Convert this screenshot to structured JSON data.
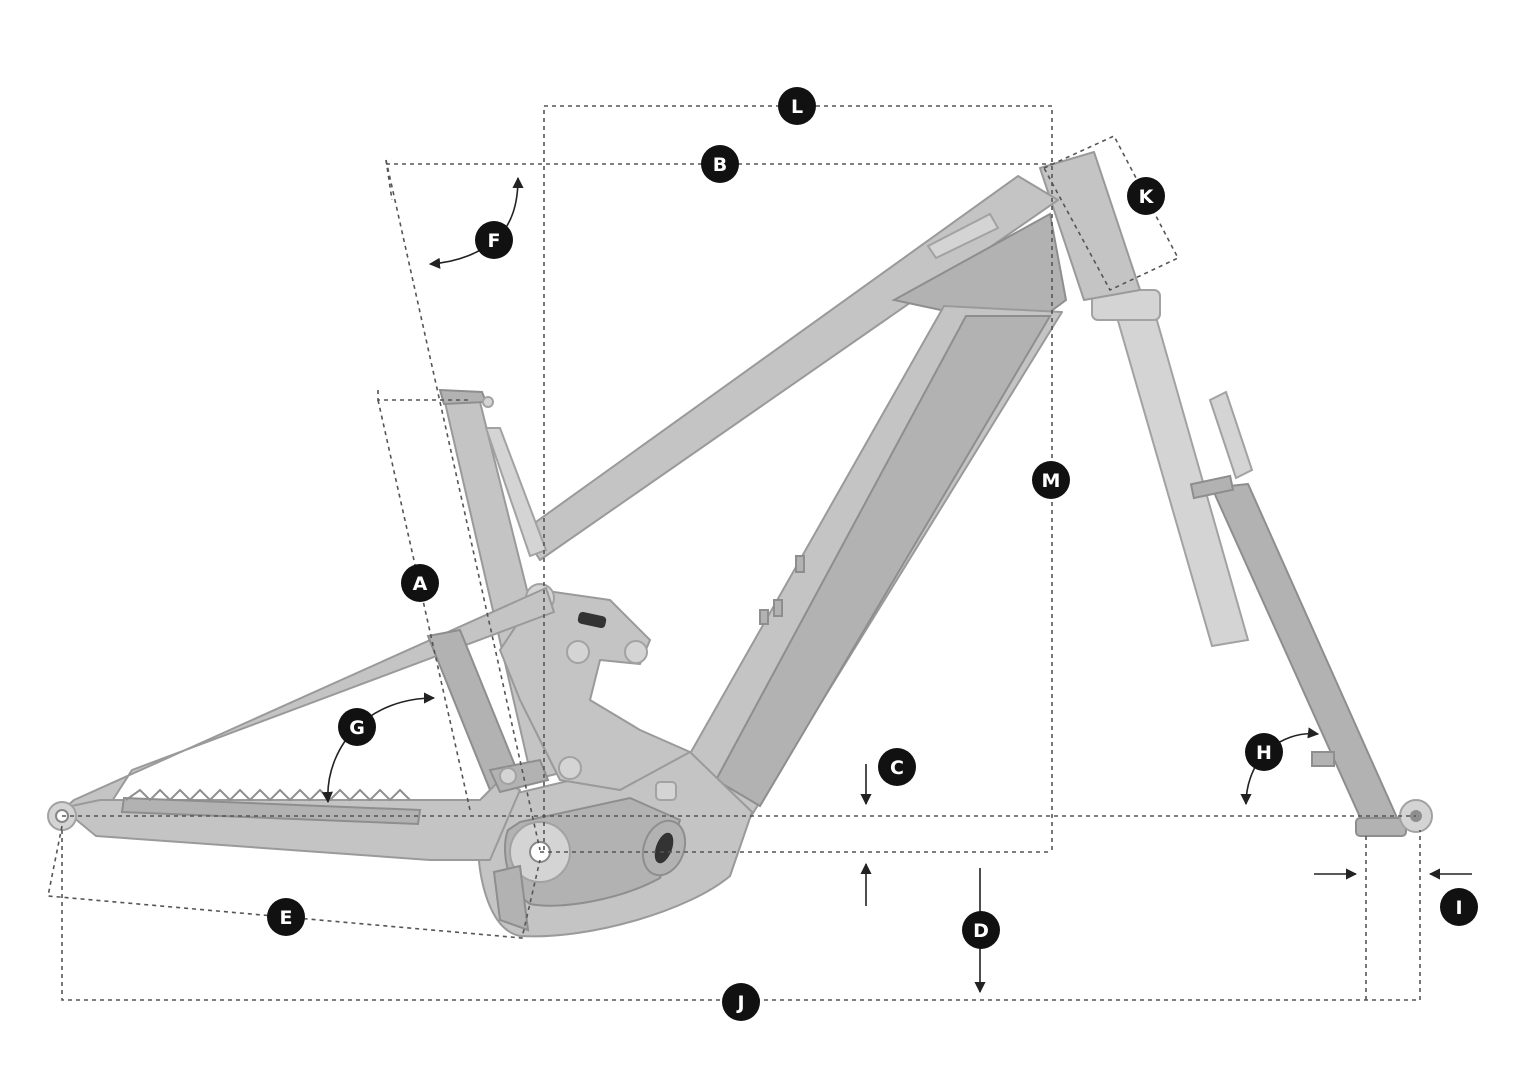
{
  "labels": {
    "A": "A",
    "B": "B",
    "C": "C",
    "D": "D",
    "E": "E",
    "F": "F",
    "G": "G",
    "H": "H",
    "I": "I",
    "J": "J",
    "K": "K",
    "L": "L",
    "M": "M"
  },
  "colors": {
    "frame": "#c4c4c4",
    "frame_shadow": "#b2b2b2",
    "frame_outline": "#9a9a9a",
    "dimension_lines": "#555555",
    "badge": "#111111",
    "badge_text": "#ffffff"
  }
}
